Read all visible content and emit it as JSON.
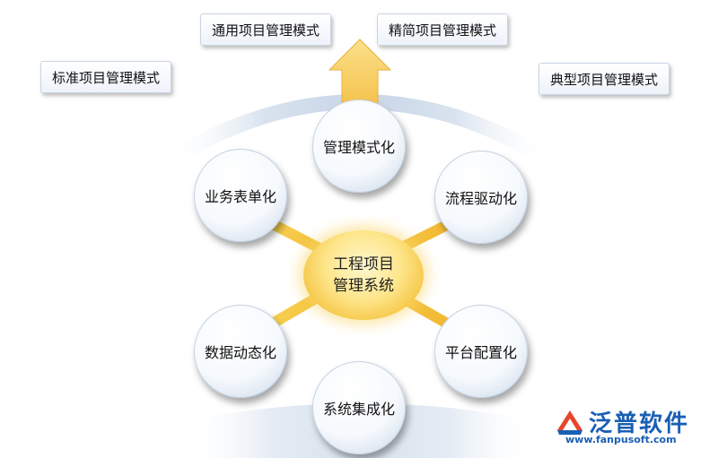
{
  "modes": {
    "general": "通用项目管理模式",
    "simplified": "精简项目管理模式",
    "standard": "标准项目管理模式",
    "typical": "典型项目管理模式"
  },
  "center": {
    "line1": "工程项目",
    "line2": "管理系统"
  },
  "nodes": {
    "management": "管理模式化",
    "business": "业务表单化",
    "process": "流程驱动化",
    "data": "数据动态化",
    "platform": "平台配置化",
    "system": "系统集成化"
  },
  "logo": {
    "name": "泛普软件",
    "url": "www.fanpusoft.com"
  },
  "colors": {
    "accent": "#f6c84a",
    "arc": "#dfe8f3",
    "brand": "#1a5fb4"
  }
}
